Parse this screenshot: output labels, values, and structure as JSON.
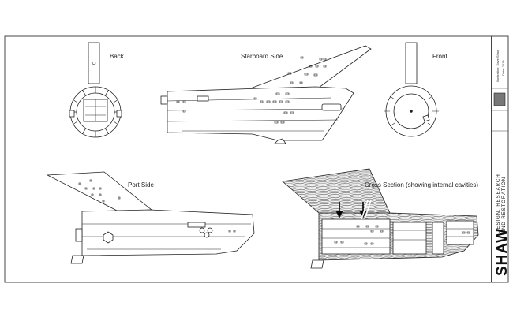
{
  "views": {
    "back": "Back",
    "starboard": "Starboard Side",
    "front": "Front",
    "port": "Port Side",
    "cross_section": "Cross Section (showing internal cavities)"
  },
  "title_block": {
    "note_1": "Illustration: Dave Shaw",
    "note_2": "Date: 2018",
    "brand_main": "SHAW",
    "brand_line_1": "DESIGN, RESEARCH",
    "brand_line_2": "AND RESTORATION"
  }
}
